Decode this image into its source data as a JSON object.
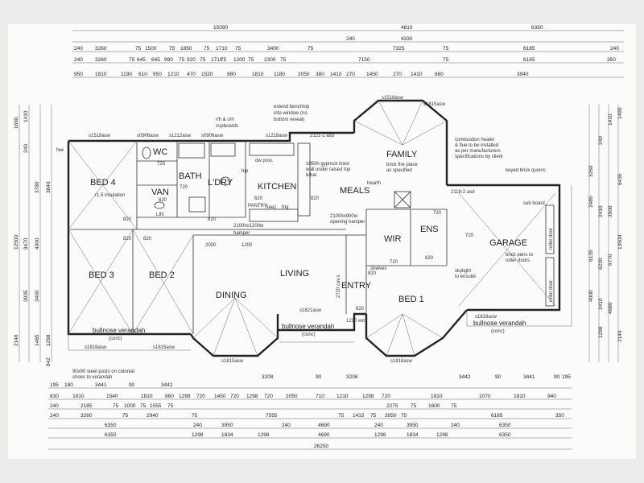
{
  "rooms": {
    "bed4": "BED 4",
    "wc": "WC",
    "bath": "BATH",
    "van": "VAN",
    "ldry": "L'DRY",
    "kitchen": "KITCHEN",
    "meals": "MEALS",
    "family": "FAMILY",
    "wir": "WIR",
    "ens": "ENS",
    "garage": "GARAGE",
    "bed3": "BED 3",
    "bed2": "BED 2",
    "living": "LIVING",
    "dining": "DINING",
    "entry": "ENTRY",
    "bed1": "BED 1",
    "pantry": "PANTRY",
    "lin": "LIN"
  },
  "notes": {
    "extend_benchtop": [
      "extend benchtop",
      "into window (no",
      "bottom reveal)"
    ],
    "rh_cupboards": [
      "r/h & o/h",
      "cupboards"
    ],
    "combustion": [
      "combustion heater",
      "& flue to be installed",
      "as per manufacturers",
      "specifications by client"
    ],
    "keyed_quoins": "keyed brick quoins",
    "brick_fireplace": [
      "brick fire place",
      "as specified"
    ],
    "hearth": "hearth",
    "gyprock": [
      "1050h gyprock lined",
      "wall under raised top",
      "b/bar"
    ],
    "opening_hamper": [
      "2100hx900w",
      "opening hamper"
    ],
    "hamper": [
      "2100hx1200w",
      "hamper"
    ],
    "insulation": "r1.5 insulation",
    "sub_board": "sub board",
    "roller_door": "roller door",
    "brick_piers": [
      "brick piers to",
      "roller doors"
    ],
    "skylight": [
      "skylight",
      "to ensuite"
    ],
    "steel_posts": [
      "90x90 steel posts on colonial",
      "shoes to verandah"
    ],
    "verandah_left": [
      "bullnose verandah",
      "(conc)"
    ],
    "verandah_mid": [
      "bullnose verandah",
      "(conc)"
    ],
    "verandah_right": [
      "bullnose verandah",
      "(conc)"
    ],
    "shelves": "shelves",
    "dw_prov": "dw prov.",
    "fwe": "fwe",
    "frig": "frig",
    "freez": "freez",
    "hp": "h/p"
  },
  "windows": [
    "s1518asw",
    "s0906asw",
    "s1212asw",
    "s0906asw",
    "s1218asw",
    "2121-2 asd",
    "s1518asw",
    "s1815asw",
    "2118-2 asd",
    "s1818asw",
    "s1815asw",
    "s1821asw",
    "s1815asw",
    "s1818asw",
    "s1818asw"
  ],
  "top_dims": {
    "row1": [
      "15090",
      "4810",
      "6350"
    ],
    "row2": [
      "240",
      "4330"
    ],
    "row3": [
      "240",
      "3260",
      "75",
      "1500",
      "75",
      "1850",
      "75",
      "1710",
      "75",
      "3400",
      "75",
      "7325",
      "75",
      "6165",
      "240"
    ],
    "row4": [
      "240",
      "3260",
      "75",
      "645",
      "645",
      "990",
      "75",
      "920",
      "75",
      "1710",
      "75",
      "1200",
      "75",
      "2300",
      "75",
      "7150",
      "75",
      "6165",
      "350"
    ],
    "row5": [
      "950",
      "1810",
      "1190",
      "610",
      "950",
      "1210",
      "470",
      "1520",
      "980",
      "1810",
      "1180",
      "2050",
      "380",
      "1410",
      "270",
      "1450",
      "270",
      "1410",
      "880",
      "3940"
    ]
  },
  "bottom_dims": {
    "row1": [
      "195",
      "180",
      "3441",
      "90",
      "3442",
      "3208",
      "90",
      "3208",
      "3442",
      "90",
      "3441",
      "90",
      "195"
    ],
    "row2": [
      "830",
      "1810",
      "1540",
      "1810",
      "860",
      "1298",
      "720",
      "1450",
      "720",
      "1298",
      "720",
      "2050",
      "710",
      "1210",
      "1298",
      "720",
      "1810",
      "1070",
      "1810",
      "940"
    ],
    "row3": [
      "240",
      "2185",
      "75",
      "1000",
      "75",
      "1055",
      "75",
      "2275",
      "75",
      "1600",
      "75"
    ],
    "row4": [
      "240",
      "3260",
      "75",
      "2940",
      "75",
      "7555",
      "75",
      "1415",
      "75",
      "3950",
      "75",
      "6165",
      "350"
    ],
    "row5": [
      "6350",
      "240",
      "3950",
      "240",
      "4690",
      "240",
      "3950",
      "240",
      "6350"
    ],
    "row6": [
      "6350",
      "1298",
      "1834",
      "1298",
      "4690",
      "1298",
      "1834",
      "1298",
      "6350"
    ],
    "total": "26250"
  },
  "left_dims": [
    "1690",
    "1410",
    "240",
    "3780",
    "3840",
    "12500",
    "9470",
    "4000",
    "3935",
    "3400",
    "2146",
    "1465",
    "1298",
    "842"
  ],
  "right_dims": [
    "1490",
    "1410",
    "240",
    "3260",
    "2485",
    "2410",
    "3500",
    "6435",
    "6135",
    "6230",
    "13500",
    "6770",
    "4000",
    "2410",
    "4680",
    "1298",
    "2140"
  ],
  "inner_dims": [
    "720",
    "720",
    "820",
    "820",
    "620",
    "620",
    "820",
    "820",
    "820",
    "820",
    "720",
    "720",
    "2000",
    "1200",
    "720",
    "820",
    "1210 ext",
    "2720 cav.s",
    "820"
  ],
  "colors": {
    "line": "#222222",
    "paper": "#fbfbfa",
    "background": "#ececec"
  }
}
